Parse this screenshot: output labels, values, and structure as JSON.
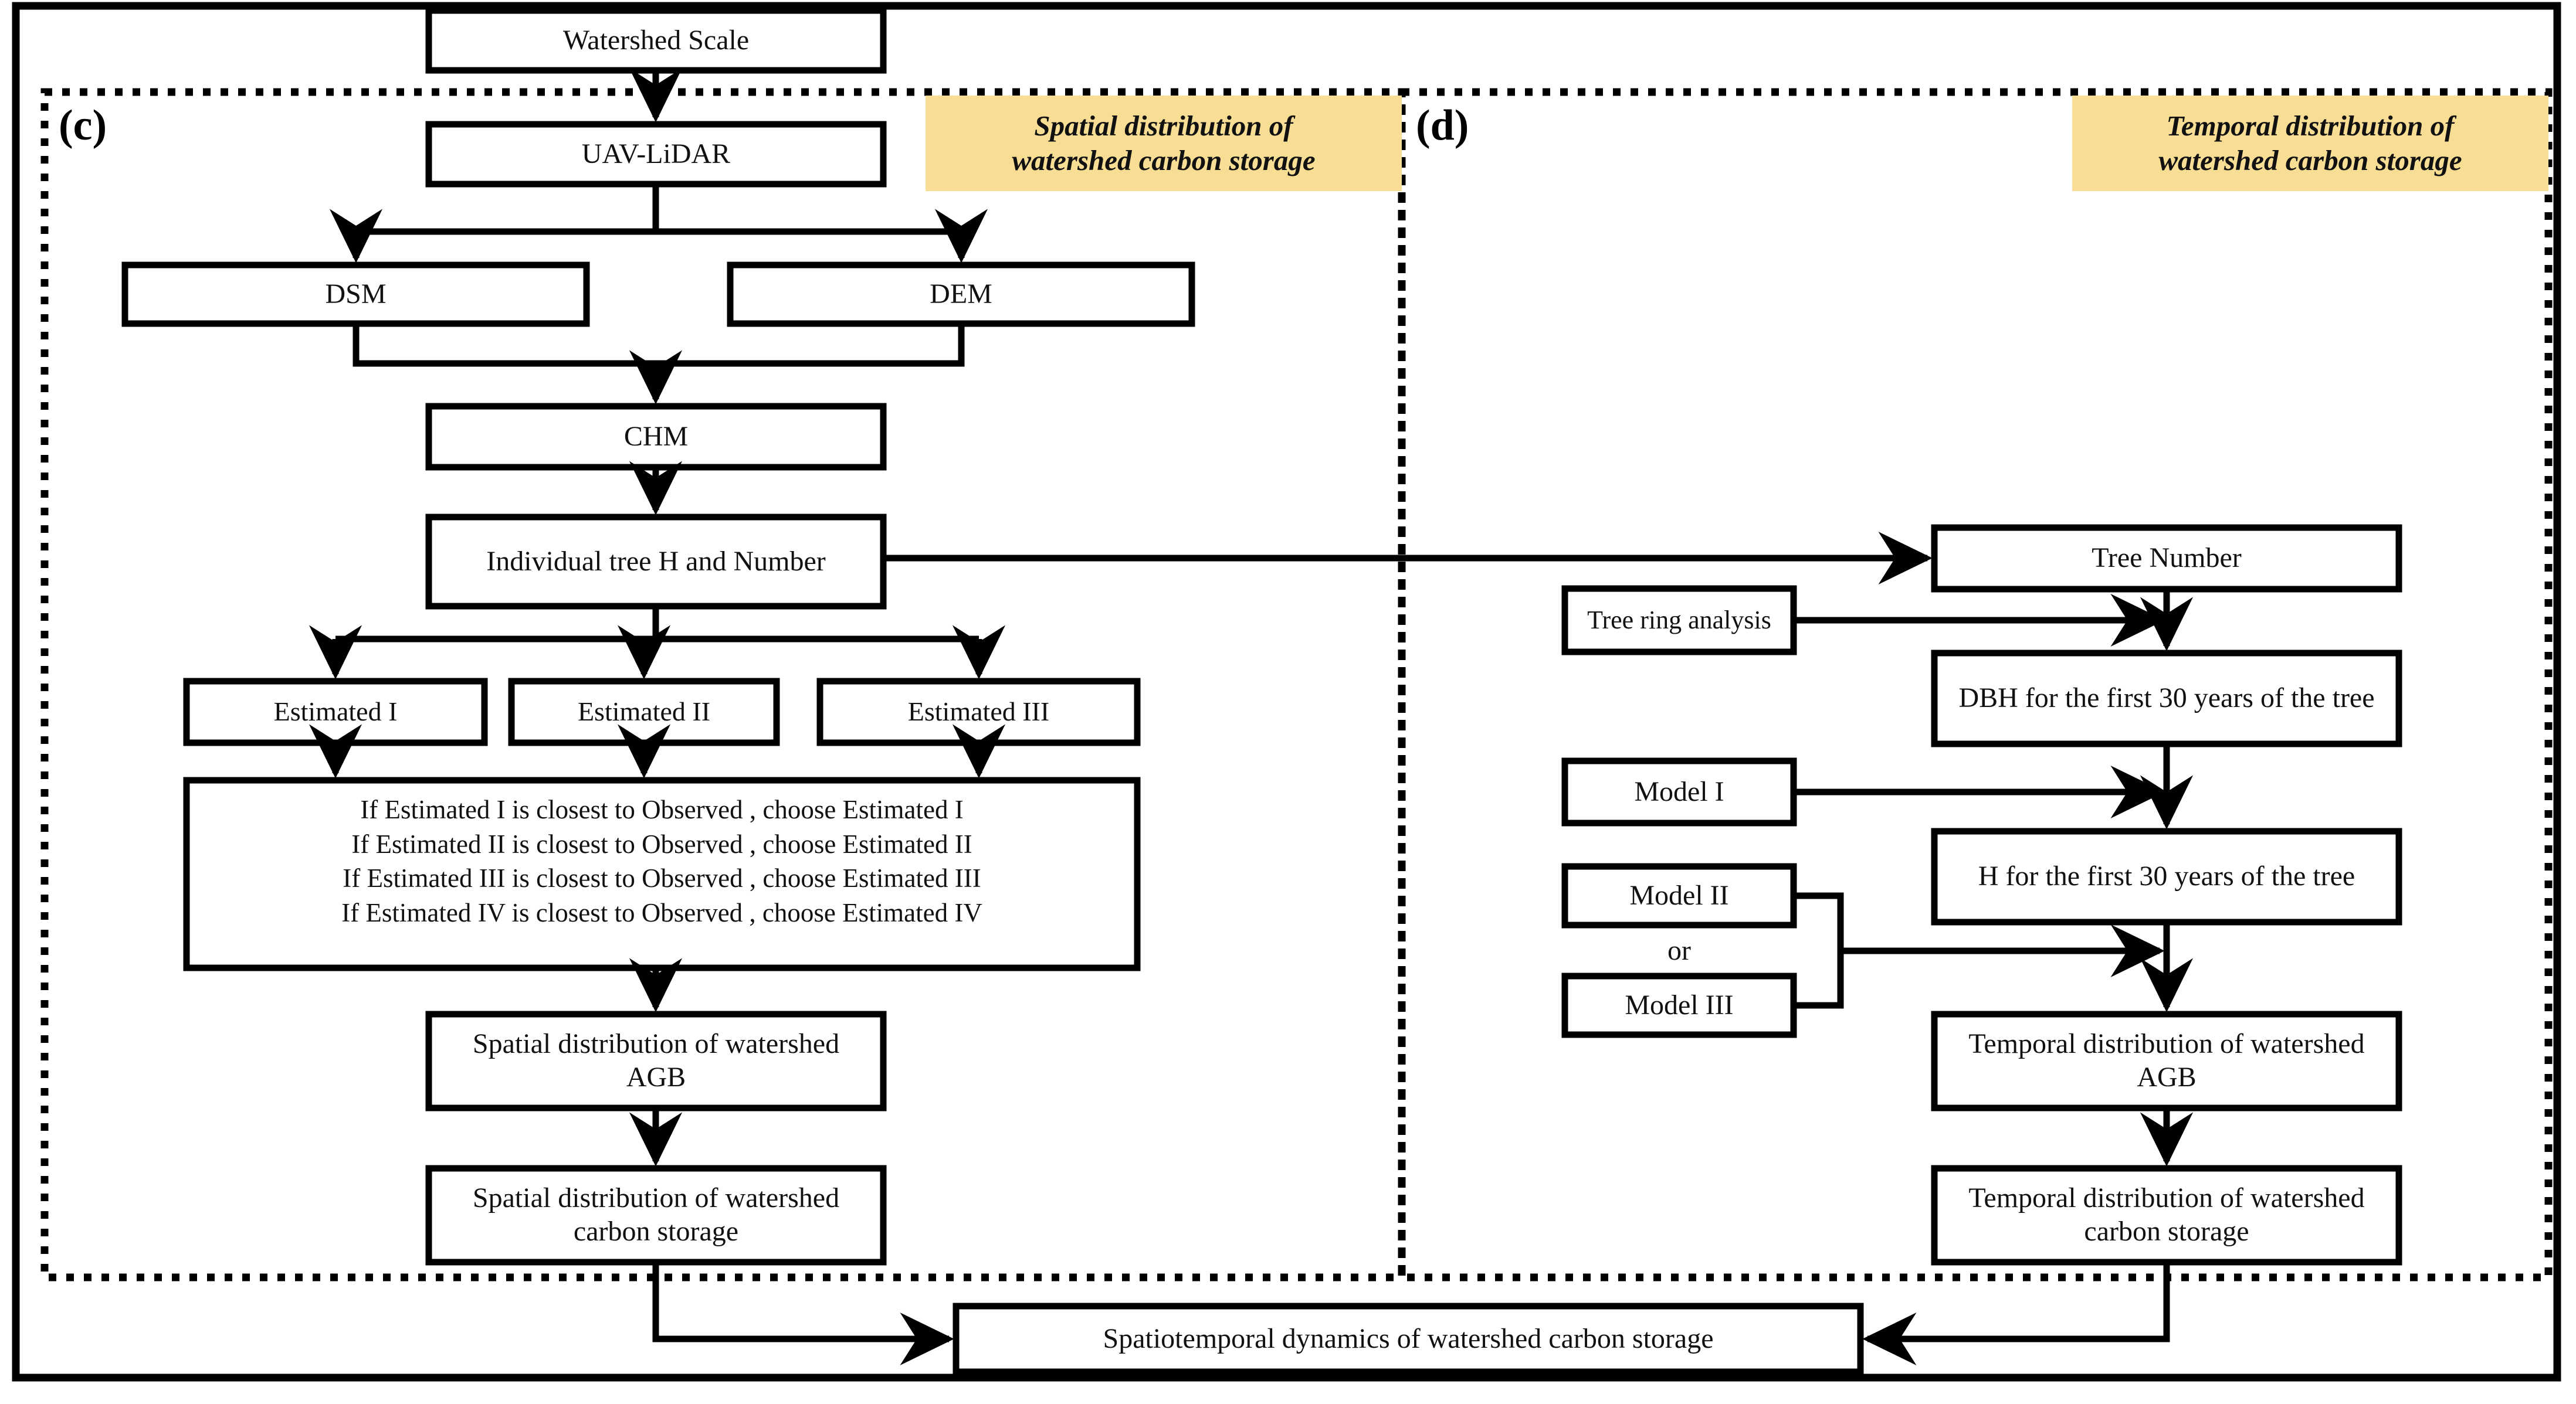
{
  "figure": {
    "panels": [
      {
        "tag": "(c)",
        "banner": "Spatial distribution of\nwatershed carbon storage"
      },
      {
        "tag": "(d)",
        "banner": "Temporal distribution of\nwatershed carbon storage"
      }
    ],
    "colors": {
      "banner_fill": "#F8DD95",
      "box_stroke": "#000000",
      "box_fill": "#FFFFFF",
      "frame_stroke": "#000000",
      "text": "#111111"
    }
  },
  "nodes": {
    "watershed_scale": "Watershed Scale",
    "uav_lidar": "UAV-LiDAR",
    "dsm": "DSM",
    "dem": "DEM",
    "chm": "CHM",
    "individual_tree": "Individual tree H and Number",
    "estimated_1": "Estimated I",
    "estimated_2": "Estimated II",
    "estimated_3": "Estimated III",
    "spatial_agb": "Spatial distribution of watershed AGB",
    "spatial_carbon": "Spatial distribution of watershed carbon storage",
    "tree_number": "Tree Number",
    "tree_ring": "Tree ring analysis",
    "dbh_30": "DBH for the first 30 years of the tree",
    "model_1": "Model I",
    "model_2": "Model II",
    "model_3": "Model III",
    "or": "or",
    "h_30": "H for the first 30 years of the tree",
    "temporal_agb": "Temporal distribution of watershed AGB",
    "temporal_carbon": "Temporal distribution of watershed carbon storage",
    "final": "Spatiotemporal dynamics of watershed carbon storage"
  },
  "decision_rules": [
    "If Estimated I is closest to Observed , choose Estimated I",
    "If Estimated II is closest to Observed , choose Estimated II",
    "If Estimated III is closest to Observed , choose Estimated III",
    "If Estimated IV is closest to Observed , choose Estimated IV"
  ]
}
